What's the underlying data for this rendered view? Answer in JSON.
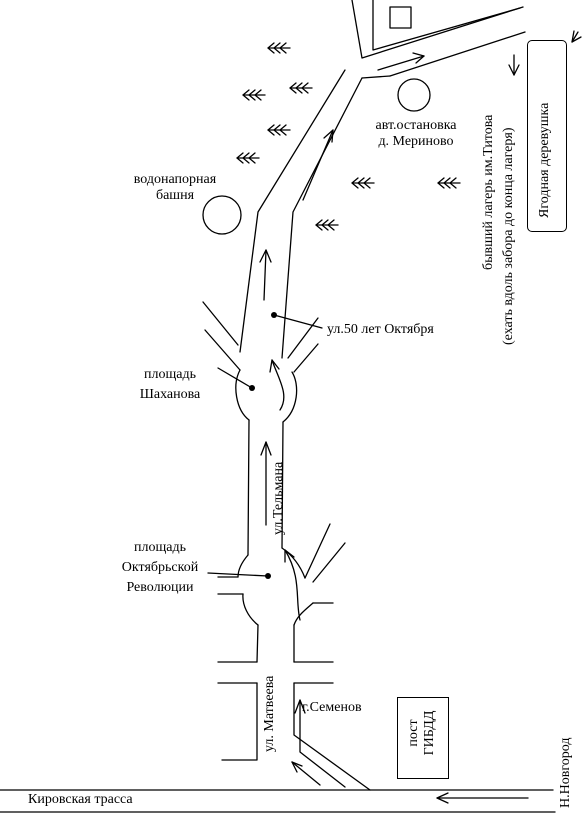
{
  "labels": {
    "water_tower": [
      "водонапорная",
      "башня"
    ],
    "bus_stop": [
      "авт.остановка",
      "д. Мериново"
    ],
    "street_50_let": "ул.50 лет Октября",
    "square_shakhanov": [
      "площадь",
      "Шаханова"
    ],
    "square_october": [
      "площадь",
      "Октябрьской",
      "Революции"
    ],
    "street_telmana": "ул.Тельмана",
    "street_matveeva": "ул. Матвеева",
    "city_semenov": "г.Семенов",
    "kirov_highway": "Кировская трасса",
    "gibdd_post": [
      "пост",
      "ГИБДД"
    ],
    "n_novgorod": "Н.Новгород",
    "camp_line1": "бывший лагерь им.Титова",
    "camp_line2": "(ехать вдоль забора до конца лагеря)",
    "berry_village": "Ягодная деревушка"
  },
  "icons": [
    "tree-icon",
    "water-tower-icon",
    "bus-stop-icon",
    "building-icon",
    "route-arrow-icon",
    "point-marker"
  ]
}
